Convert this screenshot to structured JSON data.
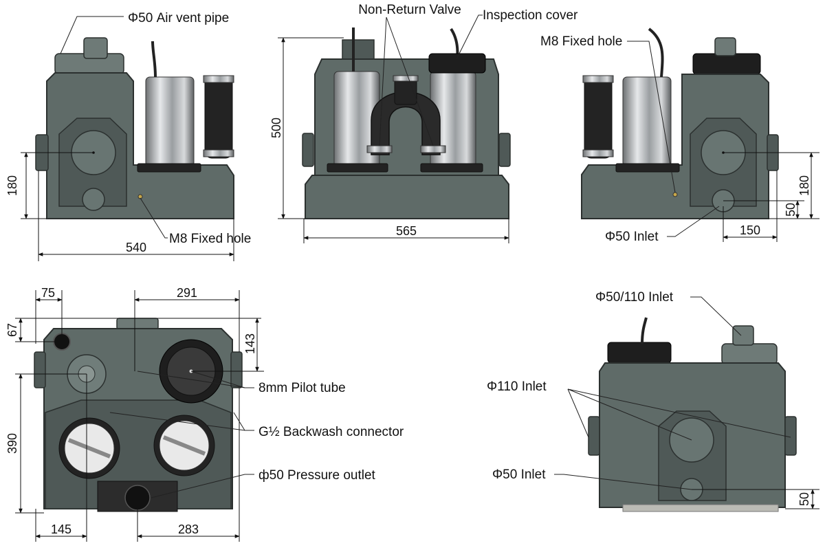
{
  "labels": {
    "air_vent_pipe": "Φ50 Air vent pipe",
    "m8_fixed_hole_front": "M8 Fixed hole",
    "non_return_valve": "Non-Return Valve",
    "inspection_cover": "Inspection cover",
    "m8_fixed_hole_side": "M8 Fixed hole",
    "inlet_50_side": "Φ50 Inlet",
    "pilot_tube": "8mm Pilot tube",
    "backwash_connector": "G½ Backwash connector",
    "pressure_outlet": "ф50  Pressure outlet",
    "inlet_50_110": "Φ50/110 Inlet",
    "inlet_110": "Φ110 Inlet",
    "inlet_50_rear": "Φ50 Inlet"
  },
  "dimensions": {
    "front_height": "180",
    "front_width": "540",
    "mid_height": "500",
    "mid_width": "565",
    "side_height": "180",
    "side_inlet_height": "50",
    "side_inlet_offset": "150",
    "top_75": "75",
    "top_291": "291",
    "top_67": "67",
    "top_143": "143",
    "top_390": "390",
    "top_145": "145",
    "top_283": "283",
    "rear_50": "50"
  },
  "colors": {
    "housing": "#5f6b68",
    "steel": "#b9bcbe",
    "rubber": "#232323"
  }
}
